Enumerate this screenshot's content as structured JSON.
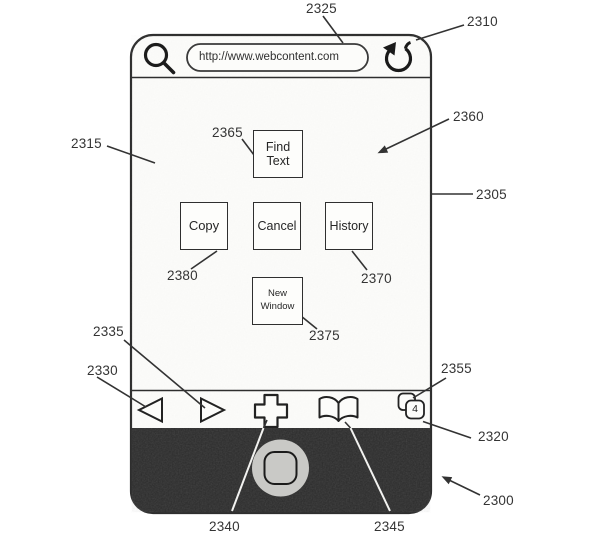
{
  "figure": {
    "device": {
      "address_bar": {
        "url": "http://www.webcontent.com"
      },
      "menu_buttons": {
        "find_text": "Find Text",
        "copy": "Copy",
        "cancel": "Cancel",
        "history": "History",
        "new_window": "New Window"
      },
      "toolbar": {
        "tab_count": "4"
      },
      "icons": {
        "search": "magnifying-glass",
        "refresh": "circular-arrow",
        "back": "left-triangle",
        "forward": "right-triangle",
        "add": "plus-outline",
        "bookmarks": "open-book",
        "tabs": "stacked-pages",
        "home": "circle-with-rounded-square"
      },
      "colors": {
        "line": "#2e2e2e",
        "paper": "#fcfcfa",
        "chin": "#2b2b2b",
        "home_button": "#c9c9c6"
      }
    },
    "reference_labels": {
      "r2300": "2300",
      "r2305": "2305",
      "r2310": "2310",
      "r2315": "2315",
      "r2320": "2320",
      "r2325": "2325",
      "r2330": "2330",
      "r2335": "2335",
      "r2340": "2340",
      "r2345": "2345",
      "r2355": "2355",
      "r2360": "2360",
      "r2365": "2365",
      "r2370": "2370",
      "r2375": "2375",
      "r2380": "2380"
    }
  }
}
